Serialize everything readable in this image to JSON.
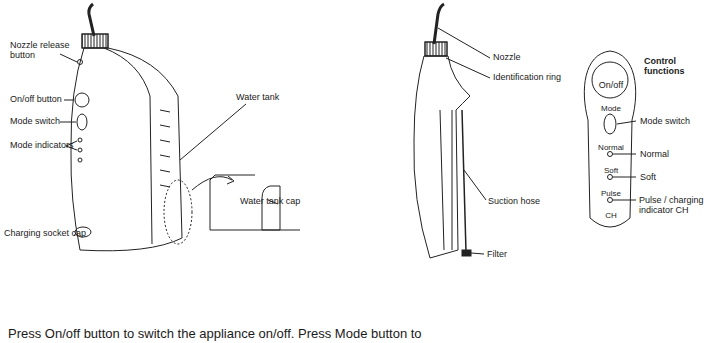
{
  "diagram": {
    "nodes": [
      {
        "text": [
          "On/off",
          "Mode",
          "Normal",
          "Soft",
          "Pulse",
          "CH"
        ]
      }
    ],
    "labels": [
      "Nozzle release button",
      "On/off button",
      "Mode switch",
      "Mode indicators",
      "Water tank",
      "Water tank cap",
      "Charging socket cap",
      "Nozzle",
      "Identification ring",
      "Suction hose",
      "Filter",
      "Control functions",
      "Mode switch",
      "Normal",
      "Soft",
      "Pulse / charging indicator CH",
      "Press On/off button to switch the appliance on/off. Press Mode button to"
    ]
  }
}
